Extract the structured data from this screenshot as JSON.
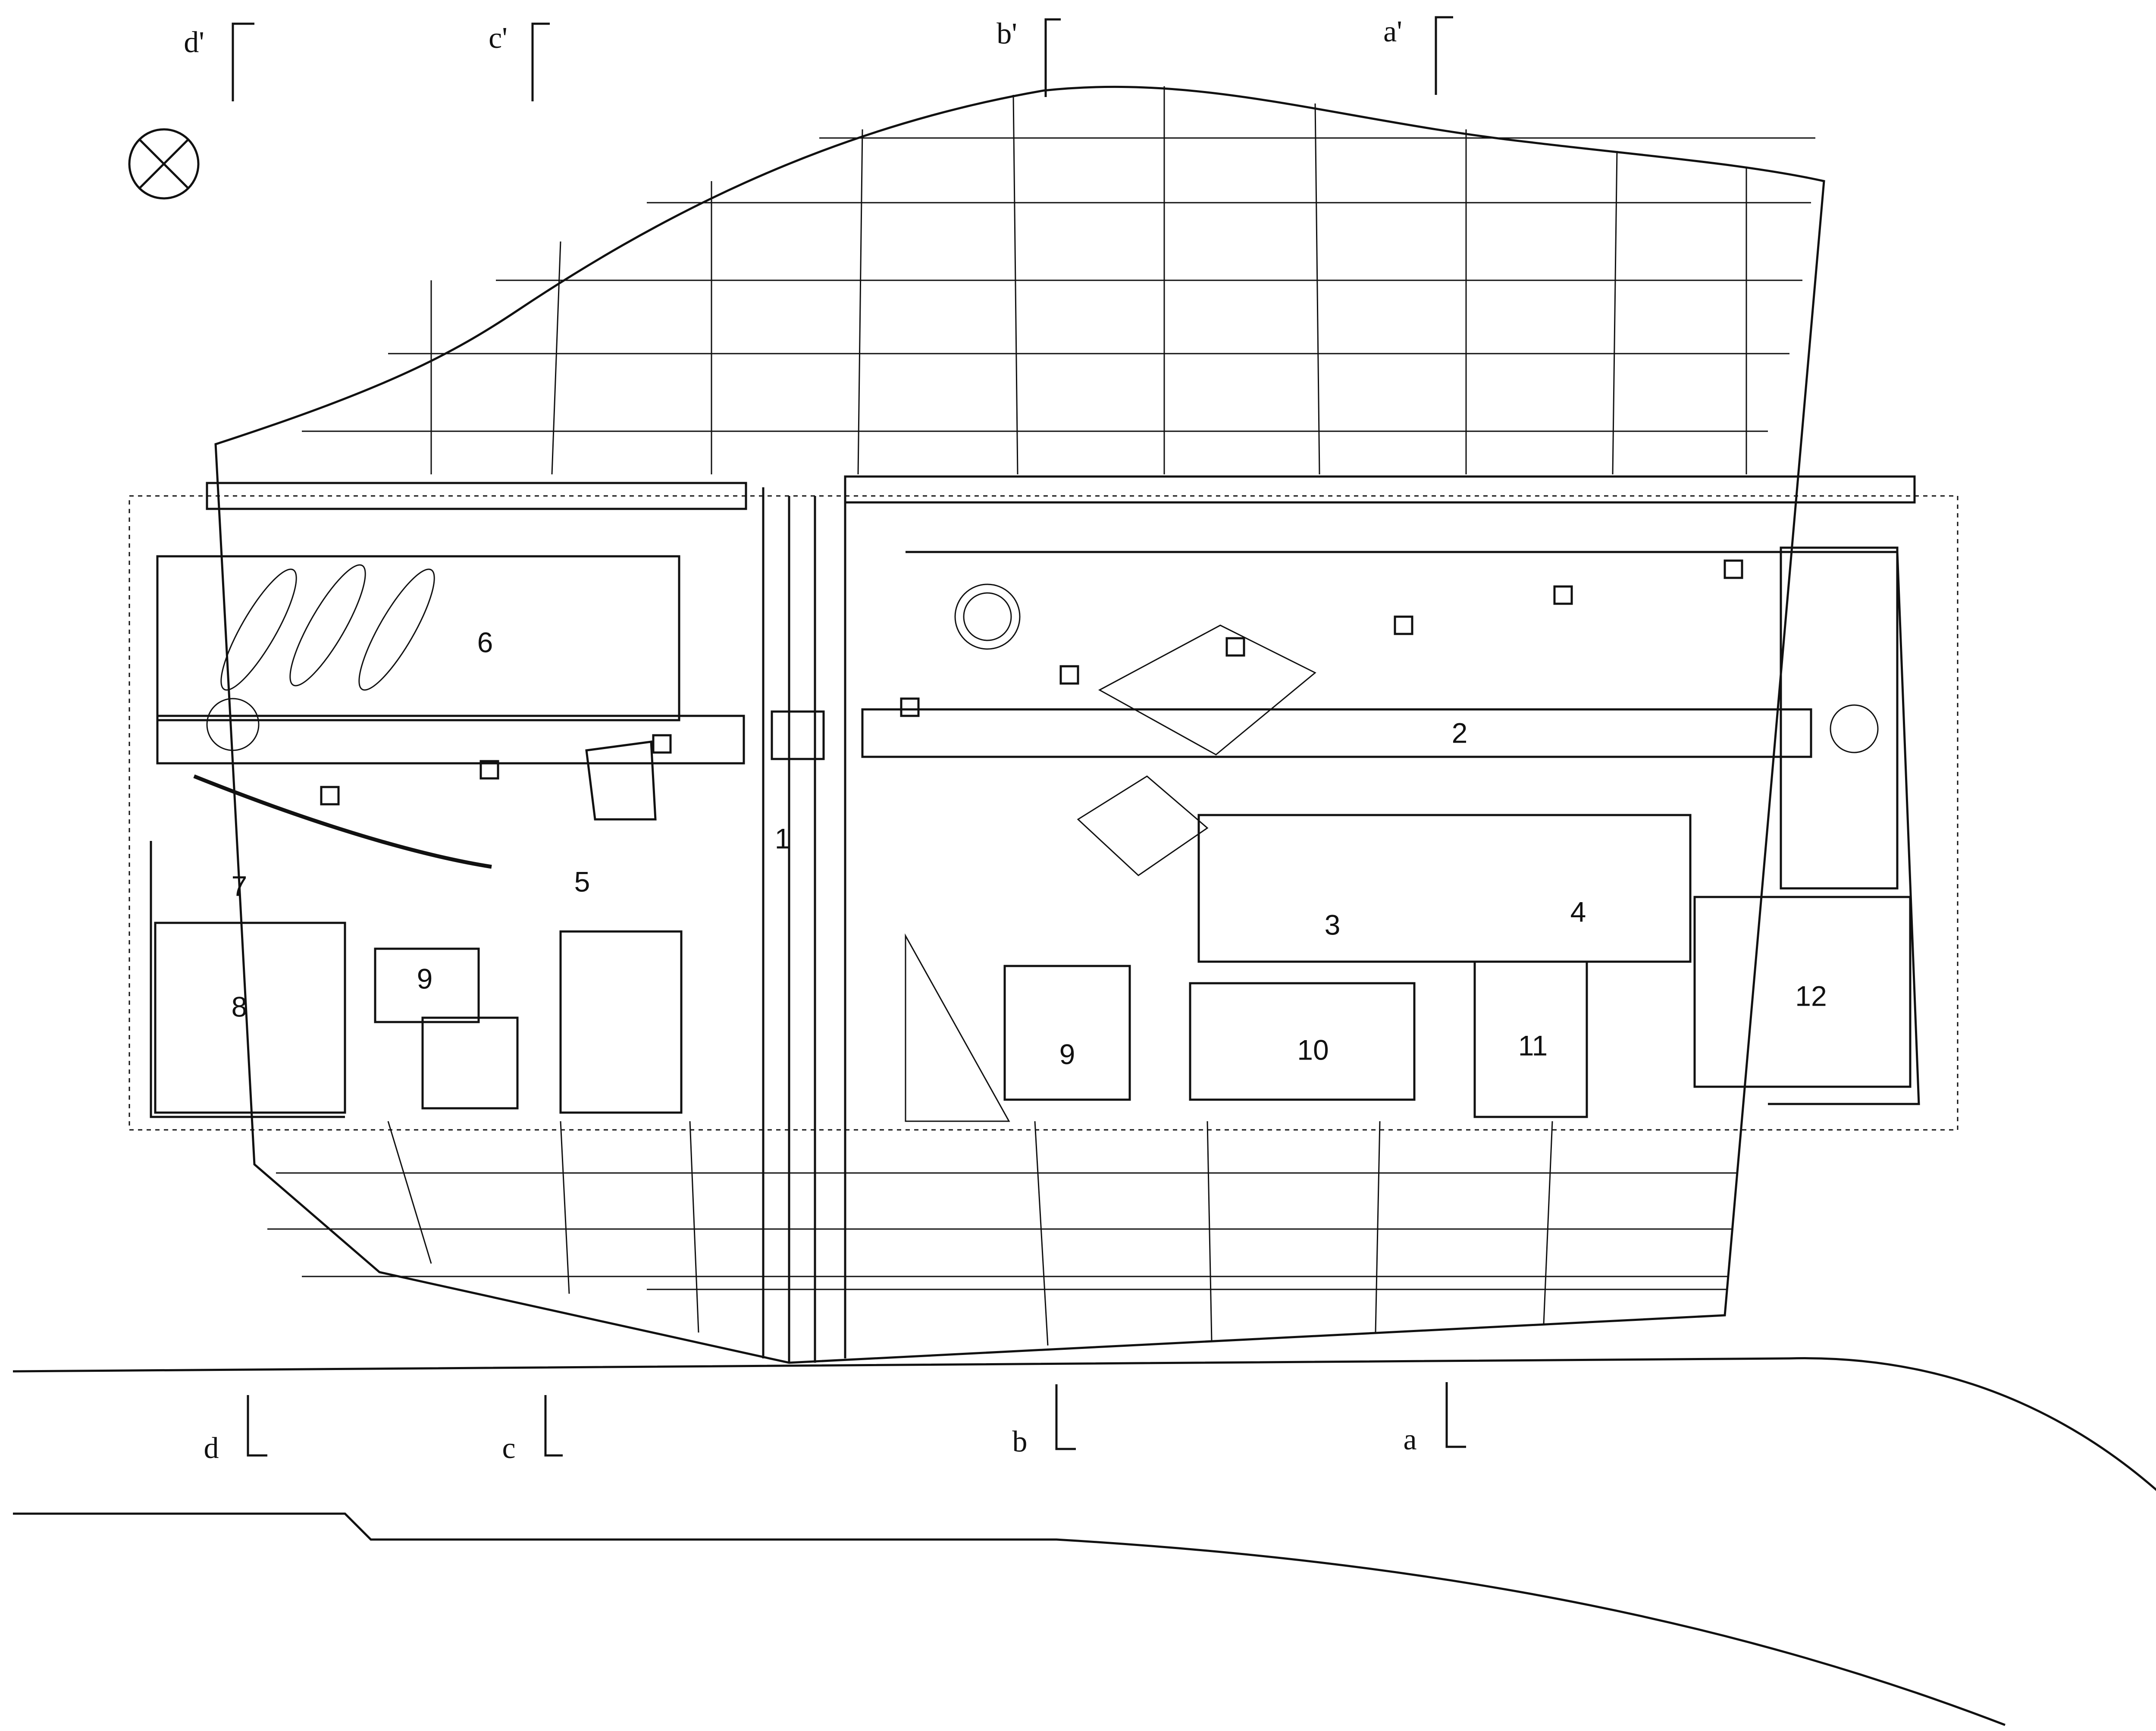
{
  "rooms": [
    {
      "num": "1"
    },
    {
      "num": "2"
    },
    {
      "num": "3"
    },
    {
      "num": "4"
    },
    {
      "num": "5"
    },
    {
      "num": "6"
    },
    {
      "num": "7"
    },
    {
      "num": "8"
    },
    {
      "num": "9"
    },
    {
      "num": "9"
    },
    {
      "num": "10"
    },
    {
      "num": "11"
    },
    {
      "num": "12"
    }
  ],
  "sections": {
    "top": [
      "d'",
      "c'",
      "b'",
      "a'"
    ],
    "bottom": [
      "d",
      "c",
      "b",
      "a"
    ]
  },
  "icons": [
    "north-arrow-icon"
  ]
}
